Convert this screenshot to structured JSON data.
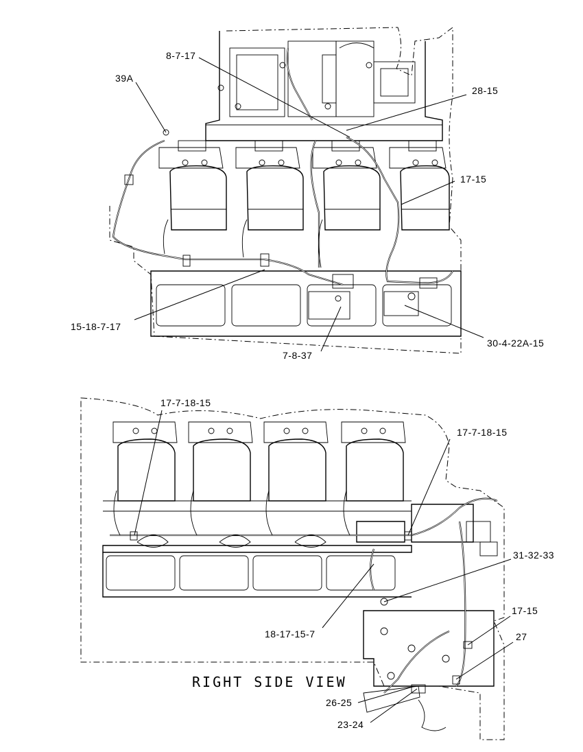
{
  "top_view": {
    "callouts": {
      "c_8_7_17": "8-7-17",
      "c_39A": "39A",
      "c_28_15": "28-15",
      "c_17_15": "17-15",
      "c_15_18_7_17": "15-18-7-17",
      "c_7_8_37": "7-8-37",
      "c_30_4_22A_15": "30-4-22A-15"
    }
  },
  "bottom_view": {
    "title": "RIGHT SIDE VIEW",
    "callouts": {
      "c_17_7_18_15_left": "17-7-18-15",
      "c_17_7_18_15_right": "17-7-18-15",
      "c_31_32_33": "31-32-33",
      "c_18_17_15_7": "18-17-15-7",
      "c_17_15": "17-15",
      "c_27": "27",
      "c_26_25": "26-25",
      "c_23_24": "23-24"
    }
  }
}
